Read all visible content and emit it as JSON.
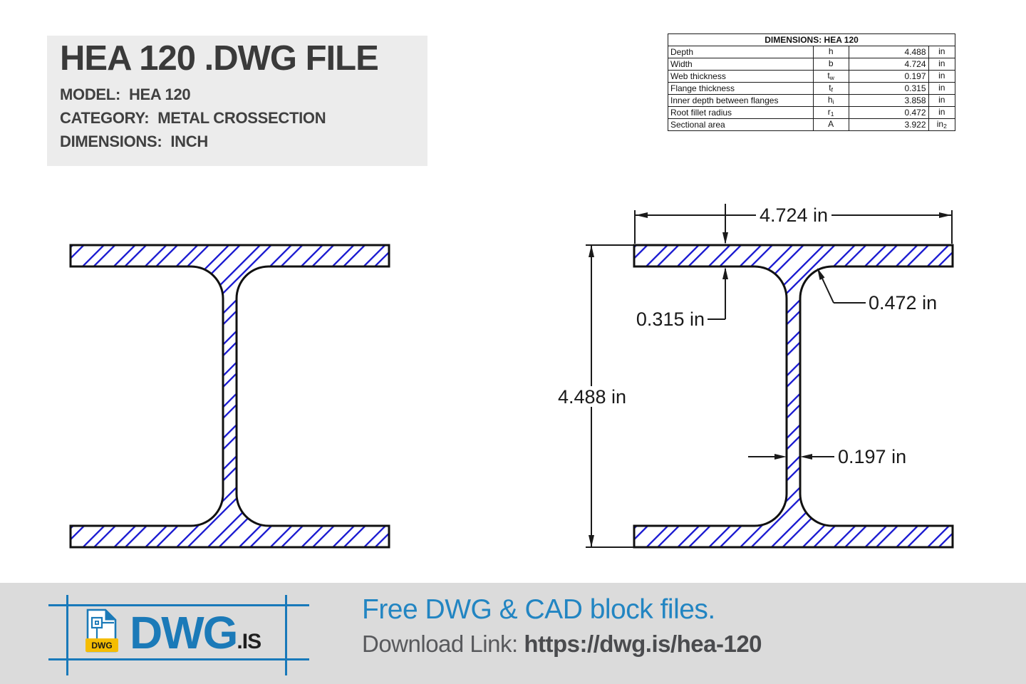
{
  "title_block": {
    "title": "HEA 120 .DWG FILE",
    "specs": [
      {
        "label": "MODEL:",
        "value": "HEA 120"
      },
      {
        "label": "CATEGORY:",
        "value": "METAL CROSSECTION"
      },
      {
        "label": "DIMENSIONS:",
        "value": "INCH"
      }
    ]
  },
  "dimensions_table": {
    "title": "DIMENSIONS: HEA 120",
    "rows": [
      {
        "label": "Depth",
        "sym": "h",
        "sub": "",
        "value": "4.488",
        "unit": "in",
        "unit_sub": ""
      },
      {
        "label": "Width",
        "sym": "b",
        "sub": "",
        "value": "4.724",
        "unit": "in",
        "unit_sub": ""
      },
      {
        "label": "Web thickness",
        "sym": "t",
        "sub": "w",
        "value": "0.197",
        "unit": "in",
        "unit_sub": ""
      },
      {
        "label": "Flange thickness",
        "sym": "t",
        "sub": "f",
        "value": "0.315",
        "unit": "in",
        "unit_sub": ""
      },
      {
        "label": "Inner depth between flanges",
        "sym": "h",
        "sub": "i",
        "value": "3.858",
        "unit": "in",
        "unit_sub": ""
      },
      {
        "label": "Root fillet radius",
        "sym": "r",
        "sub": "1",
        "value": "0.472",
        "unit": "in",
        "unit_sub": ""
      },
      {
        "label": "Sectional area",
        "sym": "A",
        "sub": "",
        "value": "3.922",
        "unit": "in",
        "unit_sub": "2"
      }
    ]
  },
  "drawing": {
    "labels": {
      "width": "4.724 in",
      "depth": "4.488 in",
      "flange_thickness": "0.315 in",
      "fillet_radius": "0.472 in",
      "web_thickness": "0.197 in"
    },
    "colors": {
      "hatch_blue": "#1616d0",
      "outline": "#111111",
      "dimension": "#1a1a1a"
    }
  },
  "footer": {
    "logo_file_label": "DWG",
    "logo_text": "DWG",
    "logo_suffix": ".IS",
    "headline": "Free DWG & CAD block files.",
    "download_label": "Download Link:",
    "download_url": "https://dwg.is/hea-120",
    "colors": {
      "logo_blue": "#1b7ab8",
      "headline_blue": "#2285c2",
      "crop_mark_blue": "#1879ba",
      "label_yellow": "#f5bd02"
    }
  }
}
